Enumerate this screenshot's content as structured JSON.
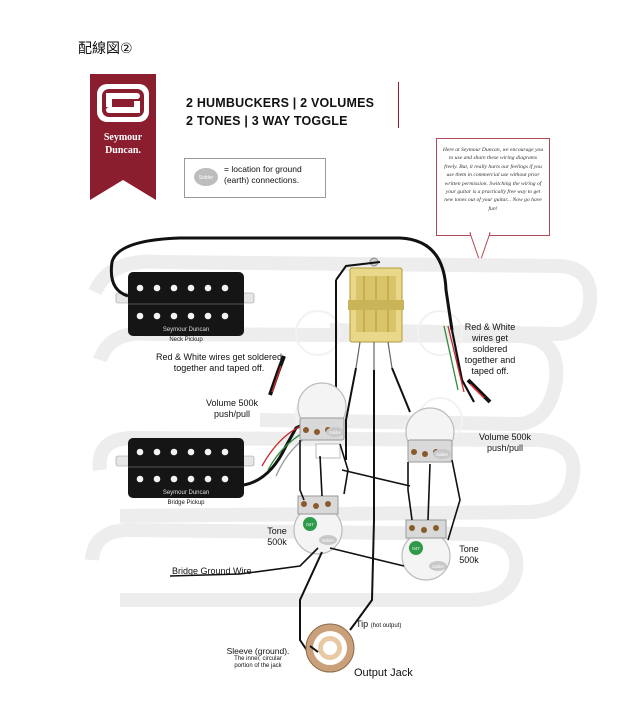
{
  "page_heading": "配線図②",
  "logo": {
    "line1": "Seymour",
    "line2": "Duncan."
  },
  "title": {
    "line1": "2 HUMBUCKERS | 2 VOLUMES",
    "line2": "2 TONES | 3 WAY TOGGLE"
  },
  "legend": {
    "solder_tag": "Solder",
    "text": "= location for ground (earth) connections."
  },
  "note": {
    "text": "Here at Seymour Duncan, we encourage you to use and share these wiring diagrams freely. But, it really hurts our feelings if you use them in commercial use without prior written permission. Switching the wiring of your guitar is a practically free way to get new tones out of your guitar... Now go have fun!"
  },
  "pickups": {
    "neck": {
      "brand": "Seymour Duncan",
      "caption": "Neck Pickup"
    },
    "bridge": {
      "brand": "Seymour Duncan",
      "caption": "Bridge Pickup"
    }
  },
  "labels": {
    "red_white_left": "Red & White wires get soldered together and taped off.",
    "red_white_right": "Red & White wires get soldered together and taped off.",
    "volume_left": "Volume 500k push/pull",
    "volume_right": "Volume 500k push/pull",
    "tone_left": "Tone 500k",
    "tone_right": "Tone 500k",
    "bridge_ground": "Bridge Ground Wire",
    "tip": "Tip",
    "tip_note": "(hot output)",
    "sleeve": "Sleeve (ground).",
    "sleeve_note": "The inner, circular portion of the jack",
    "output_jack": "Output Jack",
    "solder_tag": "Solder",
    "cap_value": "047"
  }
}
